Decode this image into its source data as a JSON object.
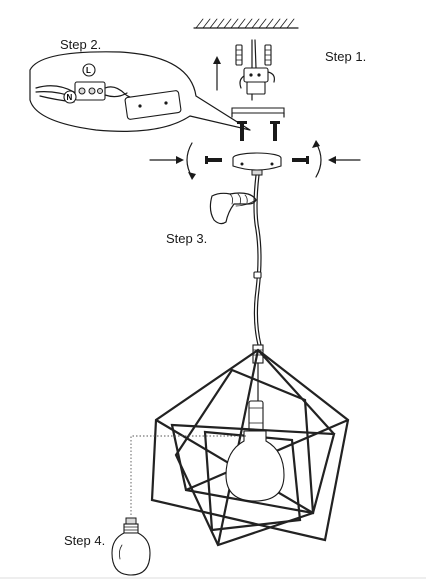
{
  "steps": {
    "step1": "Step 1.",
    "step2": "Step 2.",
    "step3": "Step 3.",
    "step4": "Step 4."
  },
  "wire_marks": {
    "live": "L",
    "neutral": "N"
  },
  "colors": {
    "ink": "#1a1a1a",
    "background": "#ffffff"
  }
}
